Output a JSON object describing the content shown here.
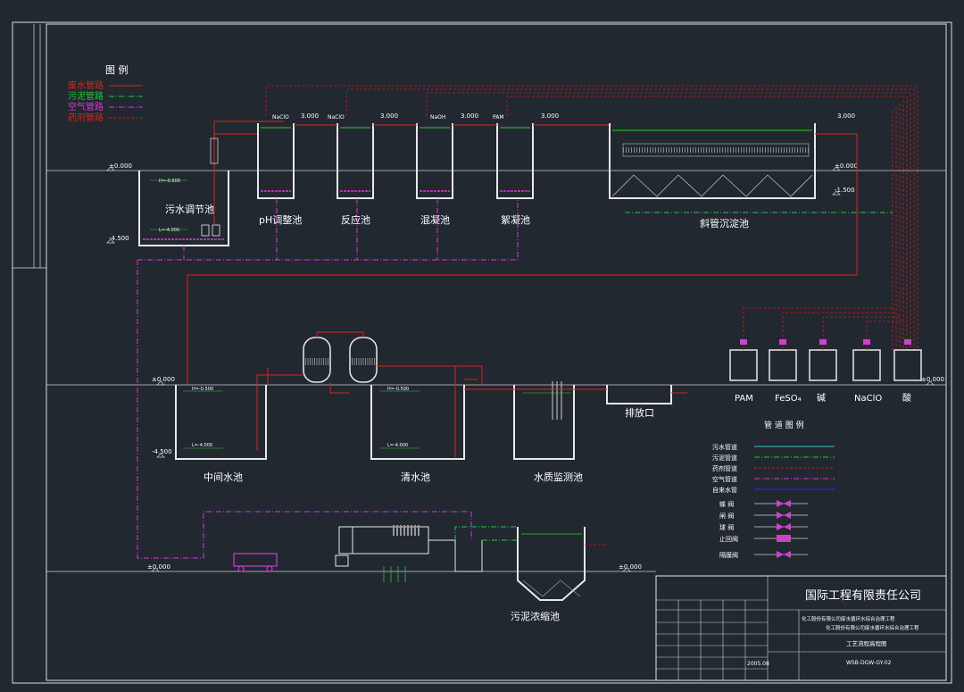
{
  "colors": {
    "background": "#212830",
    "frame": "#dcdcdc",
    "tank": "#e8e8e8",
    "wastewater": "#e02020",
    "sludge": "#1fc93a",
    "air": "#d43ad4",
    "chemical": "#d01818",
    "tapwater": "#2828ff",
    "clean": "#22d0d0",
    "level": "#2ad02a",
    "text": "#ffffff",
    "valve": "#d040d0"
  },
  "legend_top": {
    "title": "图  例",
    "items": [
      {
        "label": "废水管路",
        "kind": "wastewater"
      },
      {
        "label": "污泥管路",
        "kind": "sludge"
      },
      {
        "label": "空气管路",
        "kind": "air"
      },
      {
        "label": "药剂管路",
        "kind": "chemical"
      }
    ]
  },
  "elevations": {
    "g0_top_left": "±0.000",
    "g0_top_right": "±0.000",
    "m1500": "-1.500",
    "m4500_top": "-4.500",
    "g0_mid_left": "±0.000",
    "g0_mid_right": "±0.000",
    "m4500_mid": "-4.500",
    "g0_bot_left": "±0.000",
    "g0_bot_right": "±0.000",
    "e3000": "3.000"
  },
  "tanks_top": {
    "equalization": "污水调节池",
    "ph_adjust": "pH调整池",
    "reaction": "反应池",
    "coagulation": "混凝池",
    "flocculation": "絮凝池",
    "inclined_settler": "斜管沉淀池",
    "eq_high_level": "H=-0.600",
    "eq_low_level": "L=-4.000"
  },
  "dosing_top": {
    "d1": "NaClO",
    "d2": "NaClO",
    "d3": "NaOH",
    "d4": "PAM"
  },
  "tanks_mid": {
    "intermediate": "中间水池",
    "clear_water": "清水池",
    "monitoring": "水质监测池",
    "outfall": "排放口",
    "im_high": "H=-0.500",
    "im_low": "L=-4.000",
    "cw_high": "H=-0.500",
    "cw_low": "L=-4.000"
  },
  "chem_tanks": [
    {
      "label": "PAM"
    },
    {
      "label": "FeSO₄"
    },
    {
      "label": "碱"
    },
    {
      "label": "NaClO"
    },
    {
      "label": "酸"
    }
  ],
  "legend_pipe": {
    "title": "管 道 图 例",
    "lines": [
      {
        "label": "污水管道",
        "kind": "clean"
      },
      {
        "label": "污泥管道",
        "kind": "sludge"
      },
      {
        "label": "药剂管道",
        "kind": "chemical"
      },
      {
        "label": "空气管道",
        "kind": "air"
      },
      {
        "label": "自来水管",
        "kind": "tapwater"
      }
    ],
    "valves": [
      {
        "label": "蝶 阀"
      },
      {
        "label": "闸 阀"
      },
      {
        "label": "球 阀"
      },
      {
        "label": "止回阀"
      },
      {
        "label": "隔膜阀"
      }
    ]
  },
  "bottom": {
    "thickener": "污泥浓缩池"
  },
  "title_block": {
    "company": "国际工程有限责任公司",
    "project_line1": "化工股份有限公司废水循环水综合治理工程",
    "project_line2": "化工股份有限公司废水循环水综合治理工程",
    "drawing_title": "工艺流程高程图",
    "drawing_no": "WSB-DGW-GY-02",
    "date": "2005.08"
  }
}
